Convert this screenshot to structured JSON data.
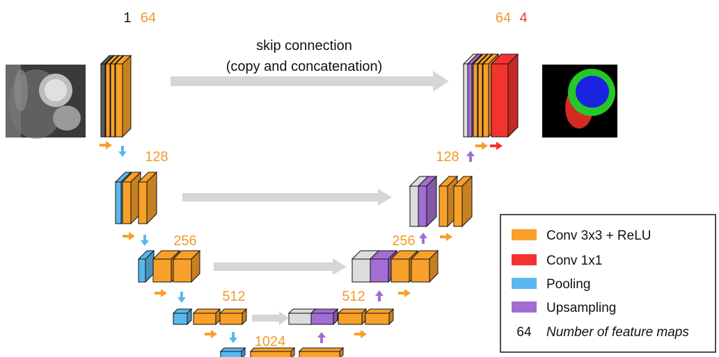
{
  "colors": {
    "conv": "#f7a02a",
    "conv_dark": "#d9861a",
    "conv1x1": "#f5332e",
    "pool": "#59b8ec",
    "up": "#a26ed3",
    "copy": "#dcdcdc",
    "input": "#5a5a5a",
    "arrow_gray": "#d6d6d6",
    "label_orange": "#f39a28",
    "label_red": "#ee3b34",
    "text": "#111111"
  },
  "skip_label": {
    "line1": "skip connection",
    "line2": "(copy and concatenation)"
  },
  "feature_labels": {
    "enc1_in": "1",
    "enc1_out": "64",
    "enc2": "128",
    "enc3": "256",
    "enc4": "512",
    "bottleneck": "1024",
    "dec4": "512",
    "dec3": "256",
    "dec2": "128",
    "dec1": "64",
    "output": "4"
  },
  "legend": {
    "items": [
      {
        "swatch": "conv",
        "label": "Conv 3x3 + ReLU"
      },
      {
        "swatch": "conv1x1",
        "label": "Conv 1x1"
      },
      {
        "swatch": "pool",
        "label": "Pooling"
      },
      {
        "swatch": "up",
        "label": "Upsampling"
      }
    ],
    "example_number": "64",
    "example_text": "Number of feature maps"
  },
  "images": {
    "input": "cardiac-mri-slice",
    "output": "segmentation-mask"
  }
}
